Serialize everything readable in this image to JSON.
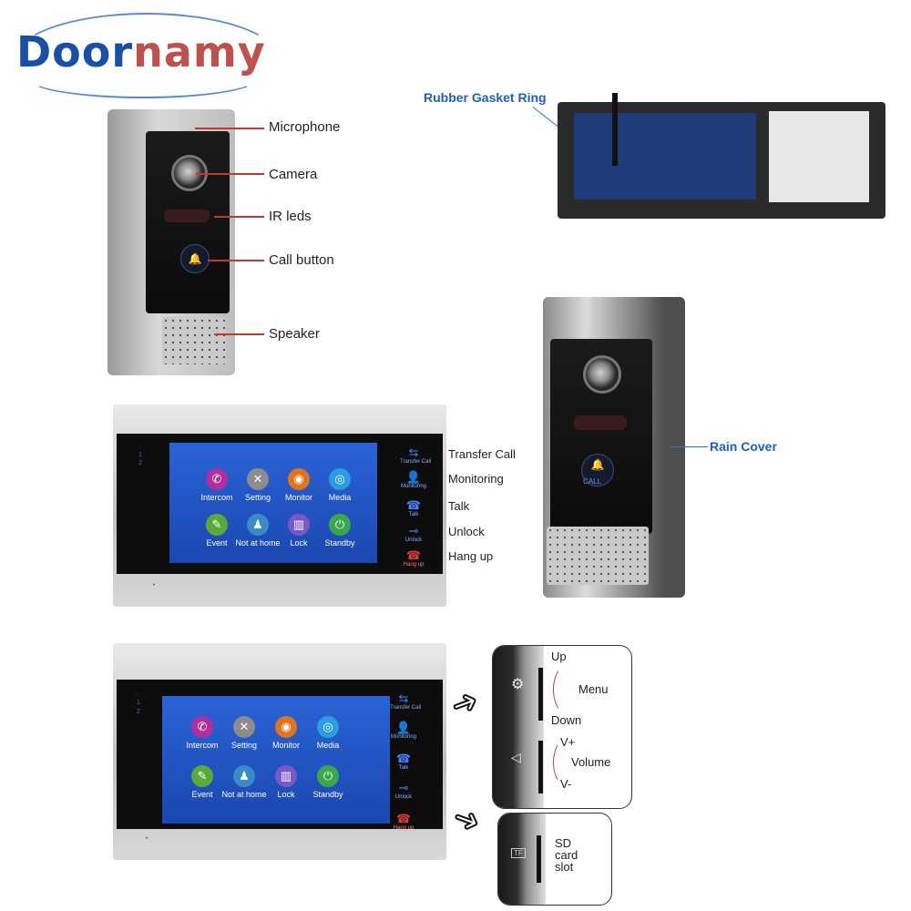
{
  "brand": {
    "part1": "Door",
    "part2": "namy"
  },
  "outdoor_unit_labels": {
    "microphone": "Microphone",
    "camera": "Camera",
    "ir_leds": "IR leds",
    "call_button": "Call button",
    "speaker": "Speaker"
  },
  "pcb_label": "Rubber Gasket Ring",
  "rain_cover_label": "Rain Cover",
  "call_text": "CALL",
  "monitor_buttons": {
    "transfer_call": "Transfer Call",
    "monitoring": "Monitoring",
    "talk": "Talk",
    "unlock": "Unlock",
    "hang_up": "Hang up"
  },
  "monitor_small_labels": [
    "Transfer Call",
    "Monitoring",
    "Talk",
    "Unlock",
    "Hang up"
  ],
  "apps": [
    {
      "label": "Intercom",
      "icon": "phone-icon",
      "color": "#b0309b"
    },
    {
      "label": "Setting",
      "icon": "tools-icon",
      "color": "#8c8c8c"
    },
    {
      "label": "Monitor",
      "icon": "webcam-icon",
      "color": "#e0731e"
    },
    {
      "label": "Media",
      "icon": "media-icon",
      "color": "#2a9ce0"
    },
    {
      "label": "Event",
      "icon": "notepad-icon",
      "color": "#5aaa3a"
    },
    {
      "label": "Not at home",
      "icon": "walking-person-icon",
      "color": "#3a8cc8"
    },
    {
      "label": "Lock",
      "icon": "lock-door-icon",
      "color": "#7a58c8"
    },
    {
      "label": "Standby",
      "icon": "power-icon",
      "color": "#3aa84a"
    }
  ],
  "side_controls": {
    "up": "Up",
    "menu": "Menu",
    "down": "Down",
    "v_plus": "V+",
    "volume": "Volume",
    "v_minus": "V-"
  },
  "sd_slot": {
    "line1": "SD",
    "line2": "card",
    "line3": "slot"
  },
  "led_numbers": [
    "1",
    "2"
  ]
}
